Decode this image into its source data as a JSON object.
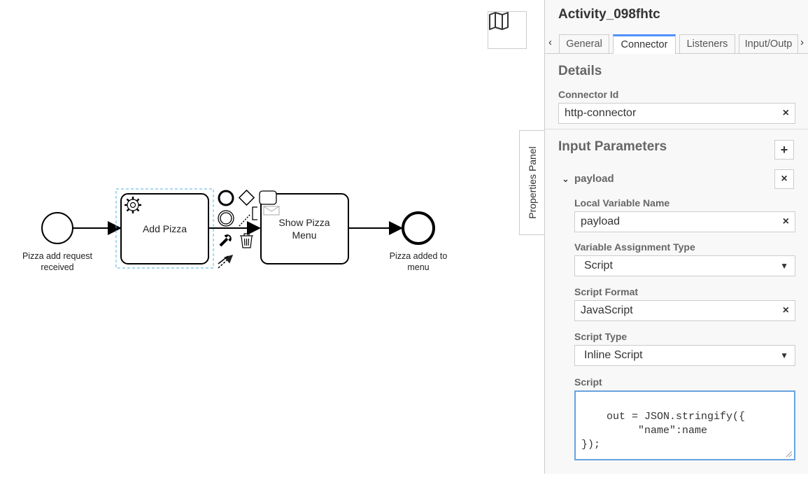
{
  "canvas": {
    "start_event_label": "Pizza add request received",
    "task1_label": "Add Pizza",
    "task2_label": "Show Pizza Menu",
    "end_event_label": "Pizza added to menu",
    "minimap_icon": "map-icon",
    "context_pad_icons": [
      "end-event-icon",
      "gateway-icon",
      "text-annotation-icon",
      "intermediate-event-icon",
      "wrench-icon",
      "trash-icon",
      "connect-icon"
    ]
  },
  "properties_toggle": {
    "label": "Properties Panel"
  },
  "panel": {
    "title": "Activity_098fhtc",
    "tabs": [
      {
        "label": "General",
        "active": false
      },
      {
        "label": "Connector",
        "active": true
      },
      {
        "label": "Listeners",
        "active": false
      },
      {
        "label": "Input/Outp",
        "active": false
      }
    ],
    "details": {
      "heading": "Details",
      "connector_id_label": "Connector Id",
      "connector_id_value": "http-connector"
    },
    "input_parameters": {
      "heading": "Input Parameters",
      "add_symbol": "+",
      "param_name": "payload",
      "remove_symbol": "×",
      "local_variable_name_label": "Local Variable Name",
      "local_variable_name_value": "payload",
      "variable_assignment_type_label": "Variable Assignment Type",
      "variable_assignment_type_value": "Script",
      "script_format_label": "Script Format",
      "script_format_value": "JavaScript",
      "script_type_label": "Script Type",
      "script_type_value": "Inline Script",
      "script_label": "Script",
      "script_value": "out = JSON.stringify({\n         \"name\":name\n});"
    }
  },
  "colors": {
    "accent": "#4d90fe",
    "selection": "#52b4e6",
    "focus_border": "#66a3e0"
  }
}
